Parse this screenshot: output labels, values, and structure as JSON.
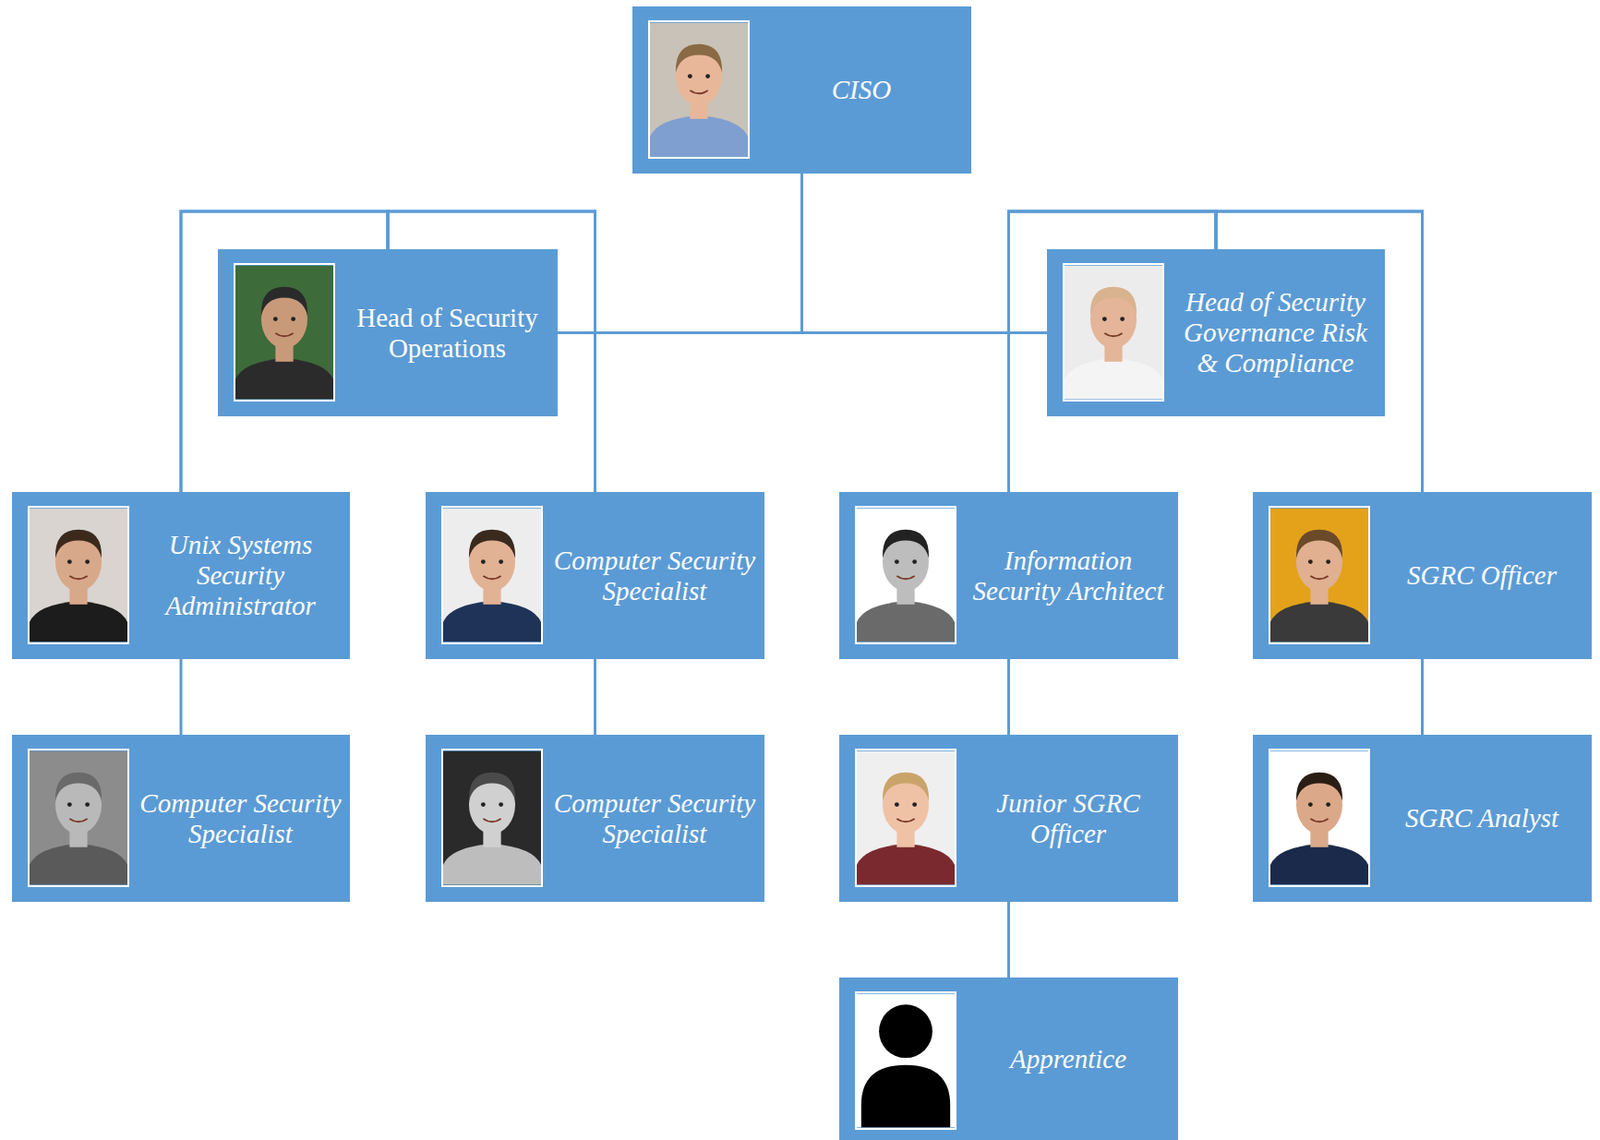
{
  "diagram": {
    "nodes": [
      {
        "text": [
          "CISO"
        ]
      },
      {
        "text": [
          "Head of Security Operations"
        ]
      },
      {
        "text": [
          "Head of Security Governance Risk & Compliance"
        ]
      },
      {
        "text": [
          "Unix Systems Security Administrator"
        ]
      },
      {
        "text": [
          "Computer Security Specialist"
        ]
      },
      {
        "text": [
          "Computer Security Specialist"
        ]
      },
      {
        "text": [
          "Computer Security Specialist"
        ]
      },
      {
        "text": [
          "Information Security Architect"
        ]
      },
      {
        "text": [
          "SGRC Officer"
        ]
      },
      {
        "text": [
          "Junior SGRC Officer"
        ]
      },
      {
        "text": [
          "SGRC Analyst"
        ]
      },
      {
        "text": [
          "Apprentice"
        ]
      }
    ],
    "edges": [
      {
        "from": 0,
        "to": 1,
        "arrow": "none"
      },
      {
        "from": 0,
        "to": 2,
        "arrow": "none"
      },
      {
        "from": 1,
        "to": 3,
        "arrow": "none"
      },
      {
        "from": 1,
        "to": 4,
        "arrow": "none"
      },
      {
        "from": 1,
        "to": 5,
        "arrow": "none"
      },
      {
        "from": 1,
        "to": 6,
        "arrow": "none"
      },
      {
        "from": 2,
        "to": 7,
        "arrow": "none"
      },
      {
        "from": 2,
        "to": 8,
        "arrow": "none"
      },
      {
        "from": 2,
        "to": 9,
        "arrow": "none"
      },
      {
        "from": 2,
        "to": 10,
        "arrow": "none"
      },
      {
        "from": 2,
        "to": 11,
        "arrow": "none"
      }
    ]
  }
}
